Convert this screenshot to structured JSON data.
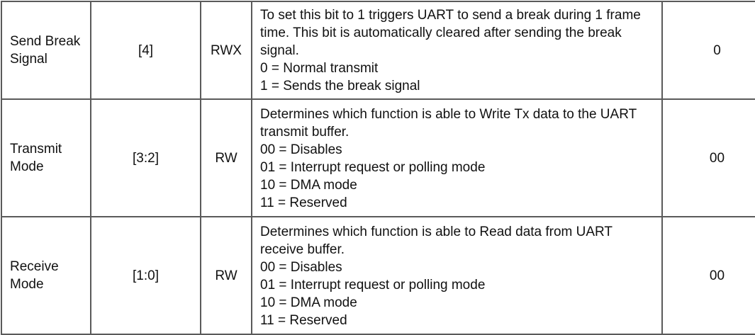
{
  "rows": [
    {
      "name": "Send Break Signal",
      "bits": "[4]",
      "type": "RWX",
      "description": [
        "To set this bit to 1 triggers UART to send a break during 1 frame time. This bit is automatically cleared after sending the break signal.",
        "0 = Normal transmit",
        "1 = Sends the break signal"
      ],
      "reset": "0"
    },
    {
      "name": "Transmit Mode",
      "bits": "[3:2]",
      "type": "RW",
      "description": [
        "Determines which function is able to Write Tx data to the UART transmit buffer.",
        "00 = Disables",
        "01 = Interrupt request or polling mode",
        "10 = DMA mode",
        "11 = Reserved"
      ],
      "reset": "00"
    },
    {
      "name": "Receive Mode",
      "bits": "[1:0]",
      "type": "RW",
      "description": [
        "Determines which function is able to Read data from UART receive buffer.",
        "00 = Disables",
        "01 = Interrupt request or polling mode",
        "10 = DMA mode",
        "11 = Reserved"
      ],
      "reset": "00"
    }
  ]
}
